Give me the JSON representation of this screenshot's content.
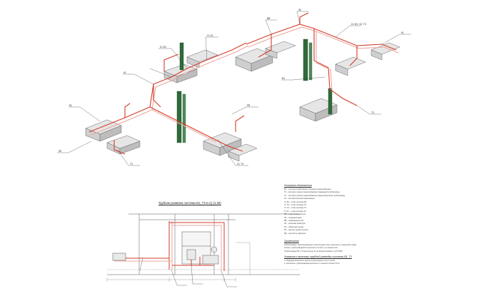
{
  "colors": {
    "pipe_red": "#d63b2a",
    "pipe_pink": "#eba79e",
    "riser_green": "#2f6b3a",
    "equipment_grey": "#9a9a9a",
    "line_dark": "#333333"
  },
  "isometric_title": "",
  "section": {
    "title": "Трубная развязка системы В1, Т3 в с/у (1:25)"
  },
  "notes": {
    "legend_title": "Условные обозначения",
    "legend_lines": [
      "В1 – система хозяйственно-питьевого водоснабжения",
      "Т3 – система горячего водоснабжения (подающий трубопровод)",
      "Т4 – система горячего водоснабжения (циркуляционный трубопровод)",
      "К1 – система бытовой канализации",
      "Ст В1 – стояк системы В1",
      "Ст Т3 – стояк системы Т3",
      "Ст Т4 – стояк системы Т4",
      "Ст К1 – стояк системы К1",
      "РВ – полотенцесушитель",
      "ПК – пожарный кран",
      "ВВ – водомерный узел",
      "ЗК – запорная арматура",
      "ОК – обратный клапан",
      "ФГ – фильтр грубой очистки",
      "РД – регулятор давления"
    ],
    "general_title": "Примечание",
    "general_lines": [
      "Трубопроводы, прокладываемые в конструкции пола, выполнить в защитной гофре.",
      "Уклоны трубопроводов К1 выполнить по месту, не менее 0,02.",
      "Трубопроводы В1 и Т3 выполнить из полипропиленовых труб PN20."
    ],
    "install_title": "Указания к монтажу трубной разводки системы В1, Т3",
    "install_lines": [
      "1. Подводки выполнить скрыто в конструкции стен и полов.",
      "2. Крепление трубопроводов выполнить с шагом не более 0,5 м."
    ]
  },
  "labels": {
    "riser_vertical": "Ст. В1 / Ст. Т3",
    "tag_1": "В1",
    "tag_2": "Т3",
    "tag_3": "К1",
    "tag_4": "Ст. В1",
    "tag_5": "Ст. Т3",
    "tag_6": "Ст. К1",
    "tag_7": "РВ",
    "tag_8": "ПК",
    "tag_9": "ВВ",
    "tag_10": "ЗК"
  }
}
